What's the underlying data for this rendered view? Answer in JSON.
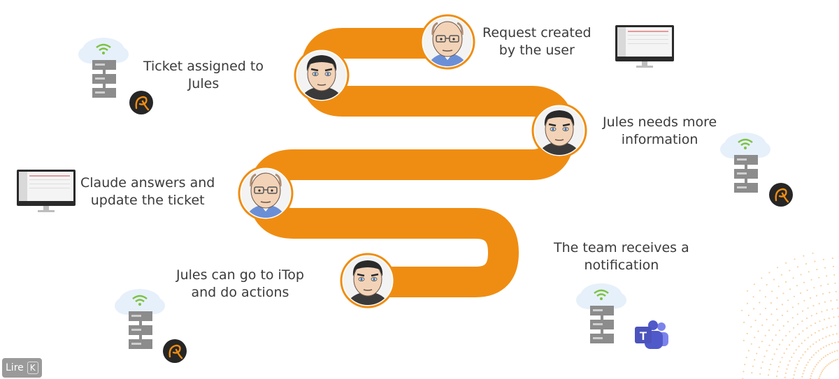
{
  "steps": [
    {
      "line1": "Request created",
      "line2": "by the user"
    },
    {
      "line1": "Ticket assigned to",
      "line2": "Jules"
    },
    {
      "line1": "Jules needs more",
      "line2": "information"
    },
    {
      "line1": "Claude answers and",
      "line2": "update the ticket"
    },
    {
      "line1": "The team receives a",
      "line2": "notification"
    },
    {
      "line1": "Jules can go to iTop",
      "line2": "and do actions"
    }
  ],
  "read_button": {
    "label": "Lire",
    "key": "K"
  },
  "colors": {
    "path": "#ef8d12",
    "text": "#3b3b3b",
    "server": "#8c8c8c",
    "wifi": "#7cc243",
    "teams": "#5059c9"
  },
  "icons": [
    "user-avatar-icon",
    "server-cloud-icon",
    "monitor-icon",
    "itop-logo-icon",
    "teams-icon"
  ]
}
